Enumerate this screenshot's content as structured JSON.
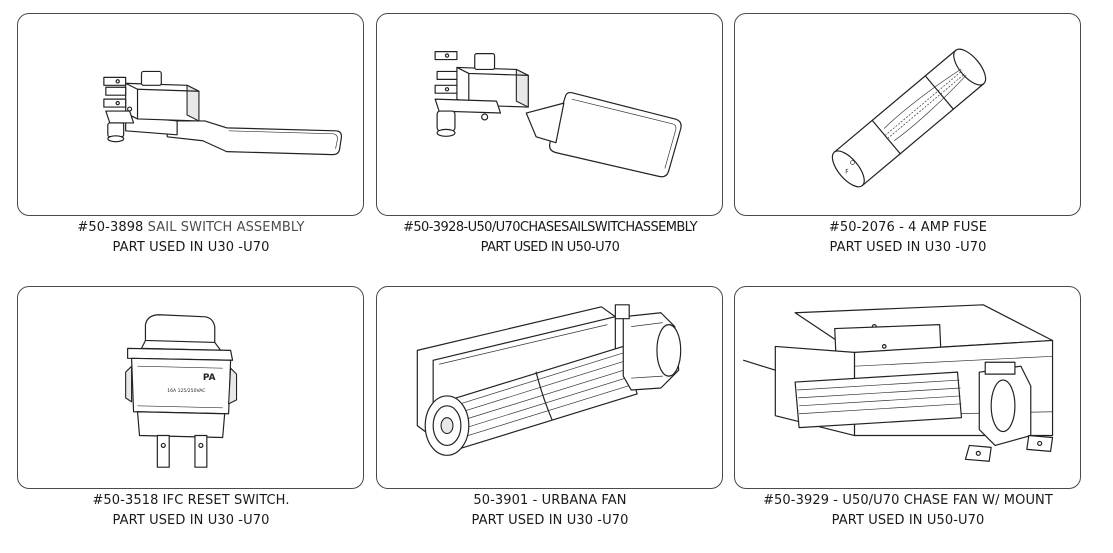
{
  "parts": [
    {
      "part_no": "#50-3898",
      "name": "SAIL SWITCH ASSEMBLY",
      "usage": "PART USED IN U30 -U70"
    },
    {
      "line1": "#50-3928-U50/U70CHASESAILSWITCHASSEMBLY",
      "usage": "PART USED IN U50-U70"
    },
    {
      "line1": "#50-2076 - 4 AMP FUSE",
      "usage": "PART USED IN U30 -U70"
    },
    {
      "line1": "#50-3518 IFC RESET SWITCH.",
      "usage": "PART USED IN U30 -U70"
    },
    {
      "line1": "50-3901 - URBANA FAN",
      "usage": "PART USED IN U30 -U70"
    },
    {
      "line1": "#50-3929 - U50/U70 CHASE FAN W/ MOUNT",
      "usage": "PART USED IN U50-U70"
    }
  ],
  "switch_label": {
    "big": "PA",
    "small": "16A 125/250VAC"
  }
}
